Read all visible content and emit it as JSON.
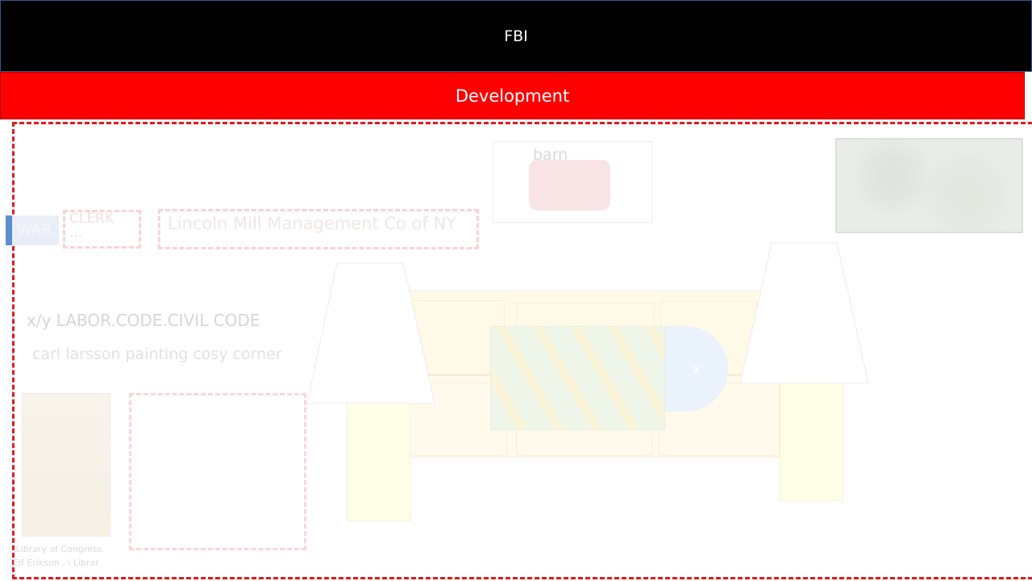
{
  "header": {
    "title": "FBI"
  },
  "banner": {
    "title": "Development"
  },
  "content": {
    "tag_label": "barn",
    "war_label": "WAR",
    "field_1_text": "CLERK\n...",
    "field_2_text": "Lincoln Mill Management Co of NY",
    "labor_code": "x/y LABOR.CODE.CIVIL CODE",
    "painting_title": "carl larsson painting cosy corner",
    "photo_credit": ".Library of Congress\nEif Erikson , i Librar",
    "close_glyph": "x"
  },
  "colors": {
    "header_bg": "#000000",
    "banner_bg": "#ff0000",
    "frame_border": "#e4191f",
    "war_accent": "#5b8fce"
  }
}
